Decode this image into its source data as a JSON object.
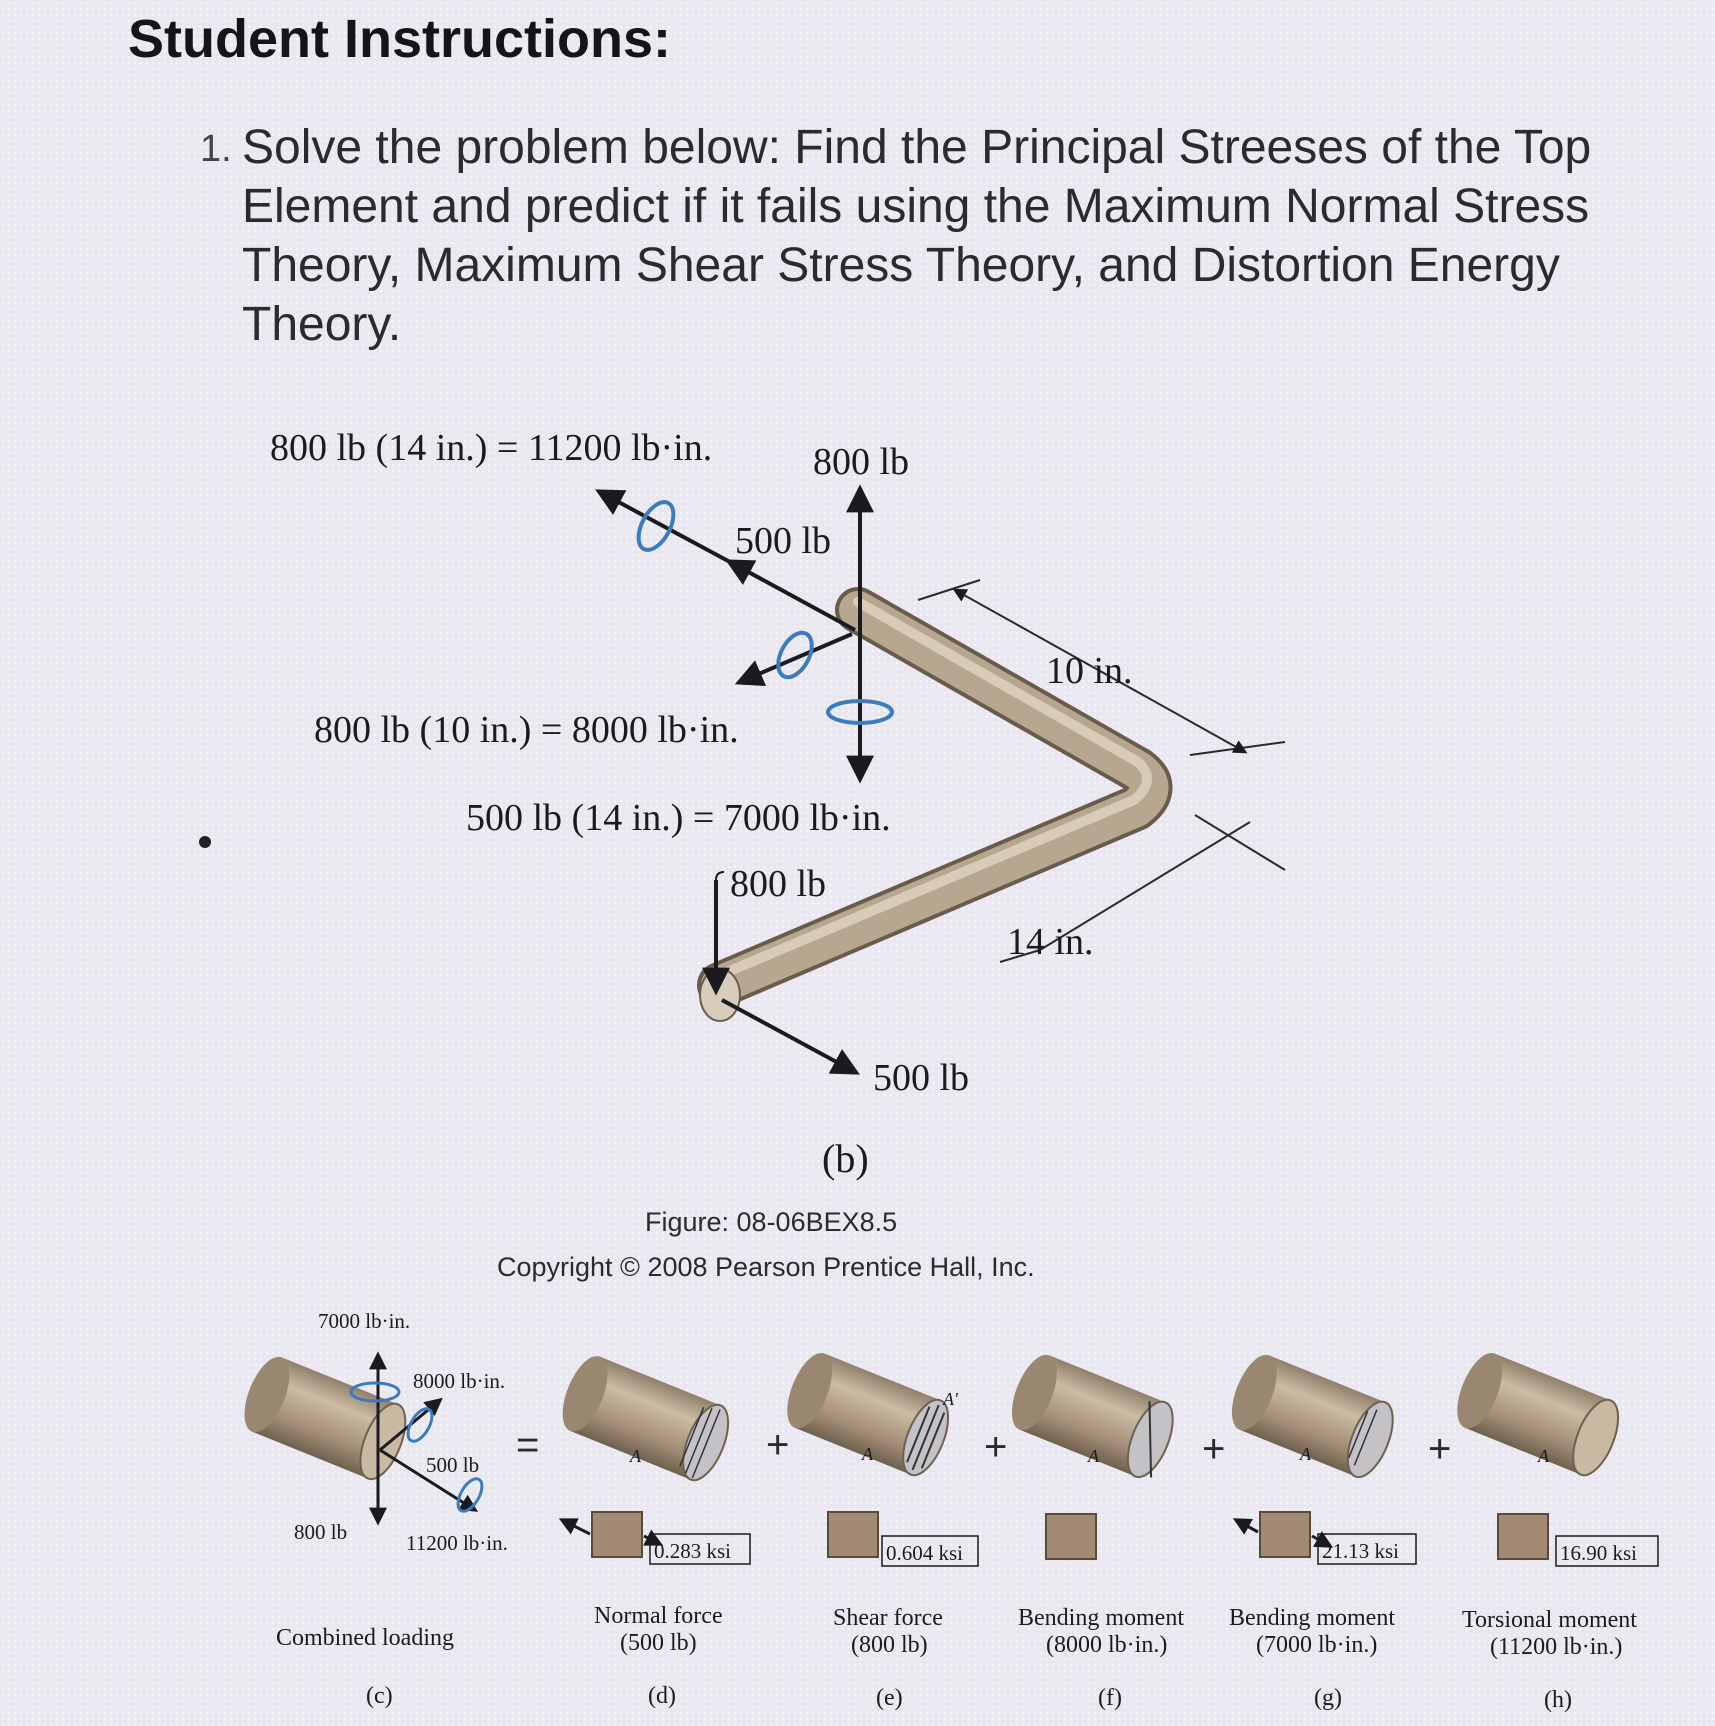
{
  "heading": "Student Instructions:",
  "instruction": {
    "number": "1.",
    "text": "Solve the problem below:   Find the Principal Streeses of the Top Element and predict if it fails using the Maximum Normal Stress Theory, Maximum Shear Stress Theory, and Distortion Energy Theory."
  },
  "figure_b": {
    "label_moment_11200": "800 lb (14 in.) = 11200 lb·in.",
    "label_800_top": "800 lb",
    "label_500_top": "500 lb",
    "label_10in": "10 in.",
    "label_moment_8000": "800 lb (10 in.) = 8000 lb·in.",
    "label_moment_7000": "500 lb (14 in.) = 7000 lb·in.",
    "label_800_end": "800 lb",
    "label_14in": "14 in.",
    "label_500_end": "500 lb",
    "panel_label": "(b)"
  },
  "caption": {
    "figure_id": "Figure: 08-06BEX8.5",
    "copyright": "Copyright © 2008 Pearson Prentice Hall, Inc."
  },
  "bottom_panels": {
    "combined": {
      "label_7000": "7000 lb·in.",
      "label_8000": "8000 lb·in.",
      "label_500": "500 lb",
      "label_800": "800 lb",
      "label_11200": "11200 lb·in.",
      "title": "Combined loading",
      "panel": "(c)"
    },
    "equals": "=",
    "plus": "+",
    "panel_d": {
      "marker": "A",
      "stress": "0.283 ksi",
      "title_1": "Normal force",
      "title_2": "(500 lb)",
      "panel": "(d)"
    },
    "panel_e": {
      "marker": "A",
      "marker_prime": "A'",
      "stress": "0.604 ksi",
      "title_1": "Shear force",
      "title_2": "(800 lb)",
      "panel": "(e)"
    },
    "panel_f": {
      "marker": "A",
      "stress": "",
      "title_1": "Bending moment",
      "title_2": "(8000 lb·in.)",
      "panel": "(f)"
    },
    "panel_g": {
      "marker": "A",
      "stress": "21.13 ksi",
      "title_1": "Bending moment",
      "title_2": "(7000 lb·in.)",
      "panel": "(g)"
    },
    "panel_h": {
      "marker": "A",
      "stress": "16.90 ksi",
      "title_1": "Torsional moment",
      "title_2": "(11200 lb·in.)",
      "panel": "(h)"
    }
  },
  "colors": {
    "rod": "#b2a08a",
    "rod_dark": "#6e5f4f",
    "arrow": "#1b1b1f",
    "moment_arrow": "#3d7bbf",
    "background": "#e9e7ef"
  }
}
